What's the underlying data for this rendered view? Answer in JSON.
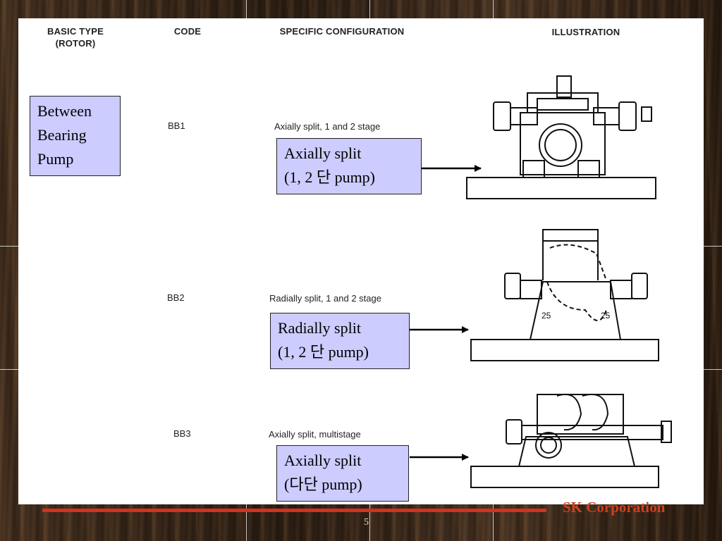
{
  "table_headers": {
    "basic_type": "BASIC TYPE",
    "basic_type_sub": "(ROTOR)",
    "code": "CODE",
    "specific_configuration": "SPECIFIC CONFIGURATION",
    "illustration": "ILLUSTRATION"
  },
  "category_label": {
    "line1": "Between",
    "line2": "Bearing",
    "line3": "Pump"
  },
  "rows": [
    {
      "code": "BB1",
      "configuration": "Axially split, 1 and 2 stage",
      "callout_line1": "Axially split",
      "callout_line2": "(1, 2 단 pump)",
      "illustration_icon": "axially-split-pump-drawing"
    },
    {
      "code": "BB2",
      "configuration": "Radially split, 1 and 2 stage",
      "callout_line1": "Radially split",
      "callout_line2": "(1, 2 단 pump)",
      "illustration_icon": "radially-split-pump-drawing"
    },
    {
      "code": "BB3",
      "configuration": "Axially split, multistage",
      "callout_line1": "Axially split",
      "callout_line2": "(다단 pump)",
      "illustration_icon": "multistage-pump-drawing"
    }
  ],
  "footer": {
    "company": "SK Corporation",
    "page_number": "5"
  },
  "colors": {
    "callout_fill": "#ccccff",
    "footer_accent": "#d2321e"
  }
}
